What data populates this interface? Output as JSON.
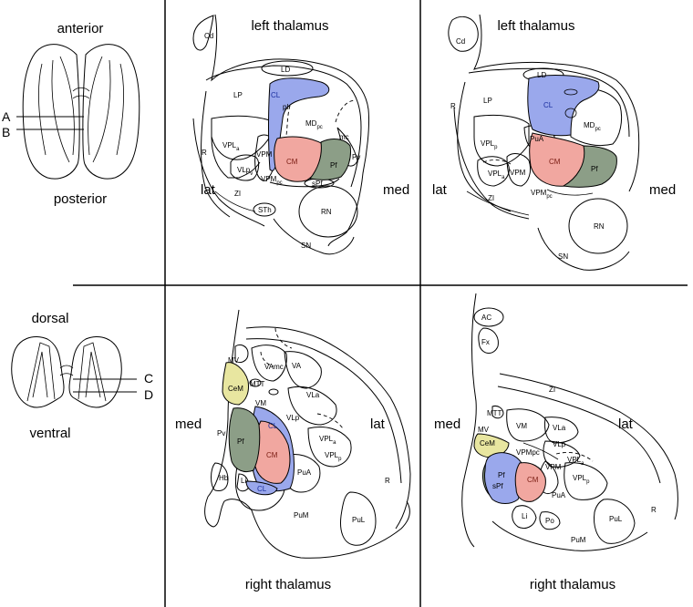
{
  "colors": {
    "CL": "#9aa8ec",
    "CM": "#f1a7a0",
    "Pf": "#8c9e87",
    "CeM": "#e8e6a0"
  },
  "panel_a": {
    "top": "anterior",
    "bottom": "posterior",
    "line1": "A",
    "line2": "B"
  },
  "panel_b": {
    "top": "dorsal",
    "bottom": "ventral",
    "line1": "C",
    "line2": "D"
  },
  "panel_A": {
    "title": "left thalamus",
    "left": "lat",
    "right": "med",
    "labels": {
      "Cd": "Cd",
      "LD": "LD",
      "LP": "LP",
      "CL": "CL",
      "pl": "pl",
      "MD": "MD",
      "MDsub": "pc",
      "mc": "mc",
      "Pv": "Pv",
      "VPLa": "VPL",
      "VPLasub": "a",
      "VPM": "VPM",
      "CM": "CM",
      "Pf": "Pf",
      "VLp": "VLp",
      "VLpsub": "v",
      "VPMpc": "VPM",
      "VPMpcsub": "pc",
      "sPf": "sPf",
      "R": "R",
      "ZI": "ZI",
      "STh": "STh",
      "RN": "RN",
      "SN": "SN"
    }
  },
  "panel_B": {
    "title": "left thalamus",
    "left": "lat",
    "right": "med",
    "labels": {
      "Cd": "Cd",
      "LD": "LD",
      "LP": "LP",
      "CL": "CL",
      "MD": "MD",
      "MDsub": "pc",
      "R": "R",
      "PuA": "PuA",
      "VPLp": "VPL",
      "VPLpsub": "p",
      "VPLa": "VPL",
      "VPLasub": "a",
      "VPM": "VPM",
      "CM": "CM",
      "Pf": "Pf",
      "VPMpc": "VPM",
      "VPMpcsub": "pc",
      "ZI": "ZI",
      "RN": "RN",
      "SN": "SN"
    }
  },
  "panel_C": {
    "title": "right thalamus",
    "left": "med",
    "right": "lat",
    "labels": {
      "MV": "MV",
      "VAmc": "VAmc",
      "VA": "VA",
      "MTT": "MTT",
      "CeM": "CeM",
      "VM": "VM",
      "VLa": "VLa",
      "VLp": "VLp",
      "Pv": "Pv",
      "Pf": "Pf",
      "CL": "CL",
      "CM": "CM",
      "VPLa": "VPL",
      "VPLasub": "a",
      "VPLp": "VPL",
      "VPLpsub": "p",
      "PuA": "PuA",
      "Hb": "Hb",
      "Li": "Li",
      "CL2": "CL",
      "R": "R",
      "PuL": "PuL",
      "PuM": "PuM"
    }
  },
  "panel_D": {
    "title": "right thalamus",
    "left": "med",
    "right": "lat",
    "labels": {
      "AC": "AC",
      "Fx": "Fx",
      "ZI": "ZI",
      "MTT": "MTT",
      "VM": "VM",
      "VLa": "VLa",
      "MV": "MV",
      "CeM": "CeM",
      "VLp": "VLp",
      "VPMpc": "VPMpc",
      "VPLa": "VPL",
      "VPLasub": "a",
      "VPM": "VPM",
      "VPLp": "VPL",
      "VPLpsub": "p",
      "Pf": "Pf",
      "CM": "CM",
      "PuA": "PuA",
      "sPf": "sPf",
      "Li": "Li",
      "Po": "Po",
      "PuL": "PuL",
      "R": "R",
      "PuM": "PuM"
    }
  }
}
